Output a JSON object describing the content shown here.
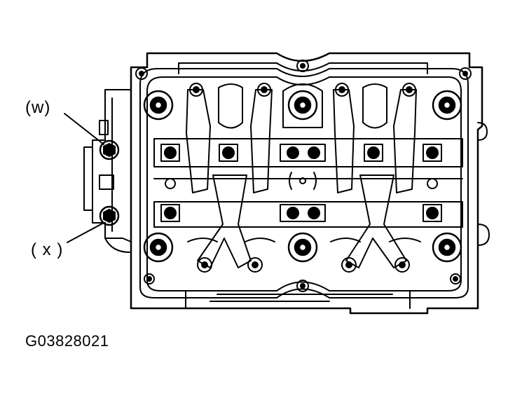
{
  "callouts": [
    {
      "id": "w",
      "text": "(w)"
    },
    {
      "id": "x",
      "text": "( x )"
    }
  ],
  "figure_code": "G03828021",
  "colors": {
    "ink": "#000000",
    "paper": "#ffffff"
  }
}
